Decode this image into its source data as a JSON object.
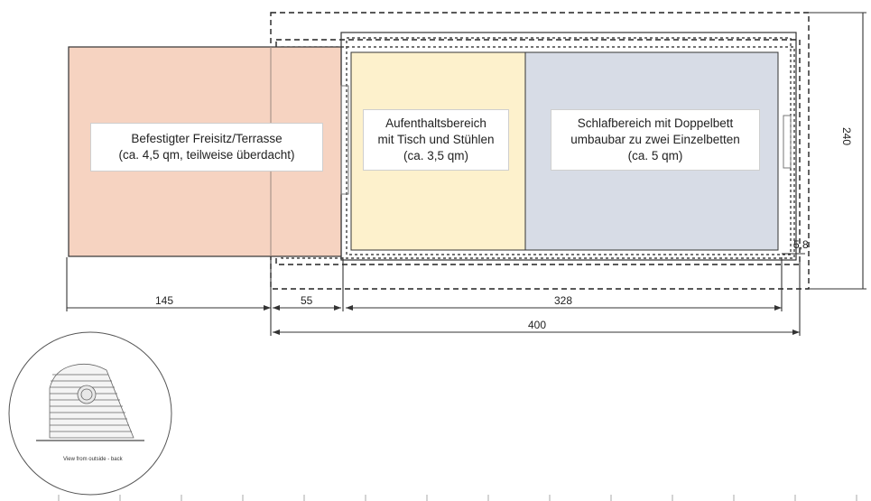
{
  "areas": {
    "terrace": {
      "label": "Befestigter Freisitz/Terrasse\n(ca. 4,5 qm, teilweise überdacht)",
      "color": "#f6d3c1"
    },
    "living": {
      "label": "Aufenthaltsbereich\nmit Tisch und Stühlen\n(ca. 3,5 qm)",
      "color": "#fdf1cc"
    },
    "sleeping": {
      "label": "Schlafbereich mit Doppelbett\numbaubar zu zwei Einzelbetten\n(ca. 5 qm)",
      "color": "#d7dce6"
    }
  },
  "dimensions": {
    "terrace_width": "145",
    "entry_gap": "55",
    "interior_length": "328",
    "total_length": "400",
    "total_width": "240",
    "wall_thickness": "5,8"
  },
  "inset": {
    "caption": "View from outside - back"
  }
}
